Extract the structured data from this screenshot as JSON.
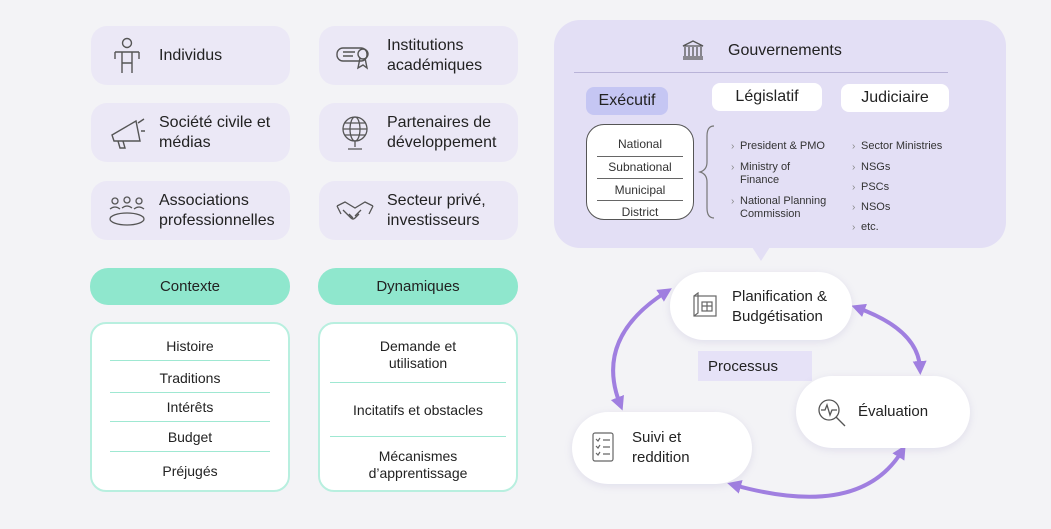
{
  "actors": [
    {
      "label": "Individus",
      "icon": "person-icon"
    },
    {
      "label": "Institutions\nacadémiques",
      "icon": "diploma-icon"
    },
    {
      "label": "Société civile et\nmédias",
      "icon": "megaphone-icon"
    },
    {
      "label": "Partenaires de\ndéveloppement",
      "icon": "globe-icon"
    },
    {
      "label": "Associations\nprofessionnelles",
      "icon": "group-icon"
    },
    {
      "label": "Secteur privé,\ninvestisseurs",
      "icon": "handshake-icon"
    }
  ],
  "context": {
    "title": "Contexte",
    "items": [
      "Histoire",
      "Traditions",
      "Intérêts",
      "Budget",
      "Préjugés"
    ]
  },
  "dynamics": {
    "title": "Dynamiques",
    "items": [
      "Demande et\nutilisation",
      "Incitatifs et obstacles",
      "Mécanismes\nd’apprentissage"
    ]
  },
  "government": {
    "title": "Gouvernements",
    "icon": "building-icon",
    "branches": [
      "Exécutif",
      "Législatif",
      "Judiciaire"
    ],
    "levels": [
      "National",
      "Subnational",
      "Municipal",
      "District"
    ],
    "col1": [
      "President & PMO",
      "Ministry of\nFinance",
      "National Planning\nCommission"
    ],
    "col2": [
      "Sector Ministries",
      "NSGs",
      "PSCs",
      "NSOs",
      "etc."
    ]
  },
  "process": {
    "label": "Processus",
    "nodes": [
      {
        "label": "Planification &\nBudgétisation",
        "icon": "blueprint-icon"
      },
      {
        "label": "Évaluation",
        "icon": "magnifier-pulse-icon"
      },
      {
        "label": "Suivi et\nreddition",
        "icon": "checklist-icon"
      }
    ]
  },
  "colors": {
    "lavender": "#ebe8f6",
    "mint": "#8fe7cd",
    "executive": "#c5c6f3",
    "arrow": "#a07fe0"
  }
}
